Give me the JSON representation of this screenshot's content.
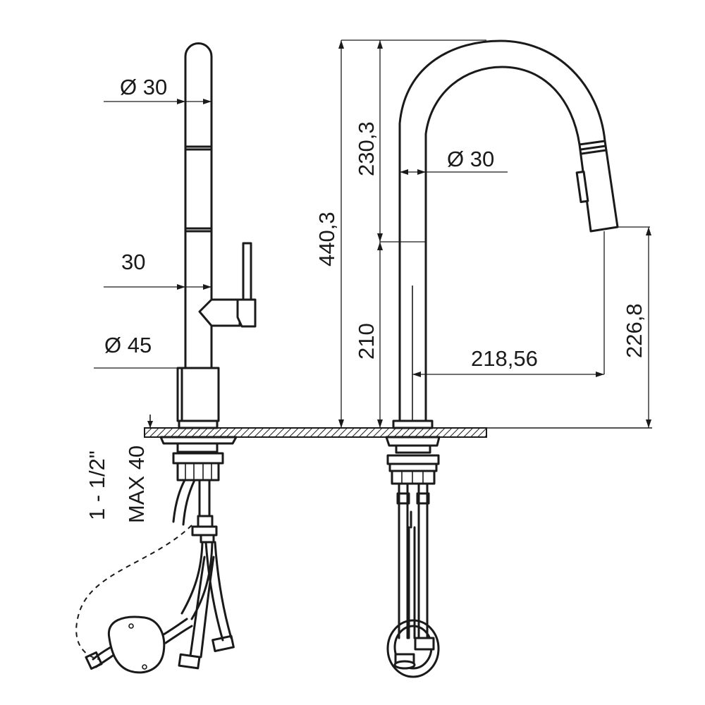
{
  "labels": {
    "left_top_diameter": "Ø 30",
    "left_handle_width": "30",
    "left_base_diameter": "Ø 45",
    "thread": "1 - 1/2\"",
    "max_thickness": "MAX 40",
    "total_height": "440,3",
    "upper_height": "230,3",
    "lower_height": "210",
    "right_diameter": "Ø 30",
    "reach": "218,56",
    "spout_height": "226,8"
  },
  "colors": {
    "line": "#1a1a1a",
    "background": "#ffffff"
  }
}
